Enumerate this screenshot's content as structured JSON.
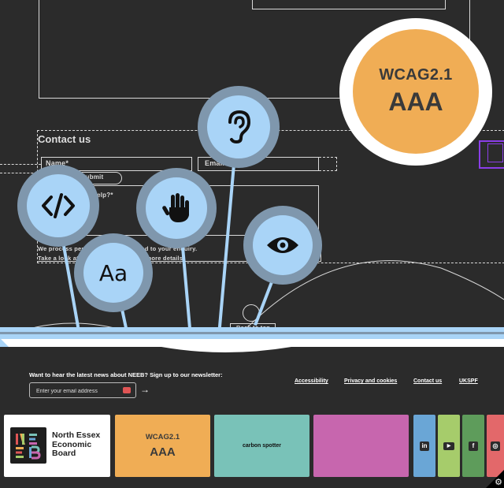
{
  "hero": {
    "contact_title": "Contact us",
    "name_label": "Name*",
    "email_label": "Email*",
    "submit_label": "Submit",
    "help_label": "help?*",
    "privacy_line1": "We process personal data to respond to your enquiry.",
    "privacy_line2": "Take a look at our privacy notice for more details",
    "back_label": "Back to top"
  },
  "badge": {
    "line1": "WCAG2.1",
    "line2": "AAA"
  },
  "features": {
    "icons": [
      "code-icon",
      "font-size-icon",
      "hand-icon",
      "ear-icon",
      "eye-icon"
    ],
    "font_glyph": "Aa"
  },
  "footer": {
    "newsletter_prompt": "Want to hear the latest news about NEEB? Sign up to our newsletter:",
    "email_placeholder": "Enter your email address",
    "links": [
      "Accessibility",
      "Privacy and cookies",
      "Contact us",
      "UKSPF"
    ],
    "neeb_logo_text": "NEEB",
    "neeb_name": "North Essex Economic Board",
    "wcag_line1": "WCAG2.1",
    "wcag_line2": "AAA",
    "carbon_label": "carbon spotter",
    "social": [
      {
        "name": "linkedin",
        "glyph": "in",
        "color": "#6aa6d6"
      },
      {
        "name": "youtube",
        "glyph": "▶",
        "color": "#a6cc6b"
      },
      {
        "name": "facebook",
        "glyph": "f",
        "color": "#5e9c5b"
      },
      {
        "name": "instagram",
        "glyph": "◎",
        "color": "#e3686a"
      }
    ]
  },
  "colors": {
    "background": "#2b2b2b",
    "bubble_core": "#a9d4f7",
    "bubble_ring": "#7f97ad",
    "orange": "#f0ad55",
    "teal": "#79c2b8",
    "pink": "#c766ae"
  }
}
